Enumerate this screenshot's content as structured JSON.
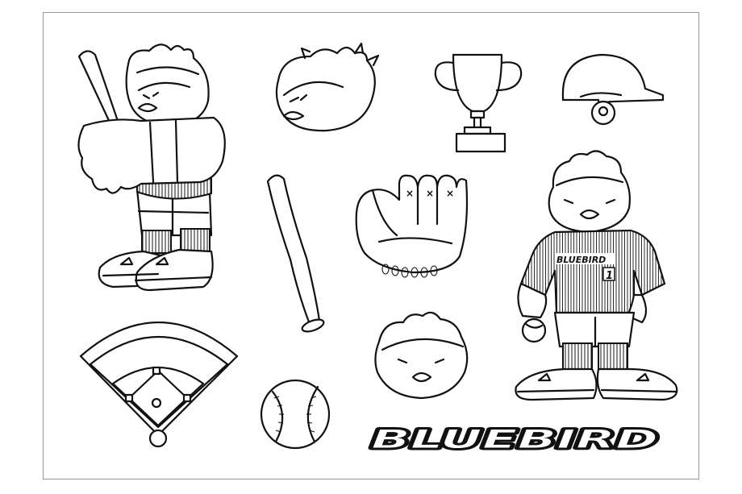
{
  "title_text": "BLUEBIRD",
  "jersey_text": "BLUEBIRD",
  "jersey_number": "1",
  "colors": {
    "line": "#111111",
    "background": "#ffffff",
    "frame": "#9a9a9a"
  },
  "icons": [
    "batter-mascot-icon",
    "bird-head-side-icon",
    "trophy-icon",
    "batting-helmet-icon",
    "baseball-bat-icon",
    "baseball-glove-icon",
    "player-mascot-icon",
    "baseball-diamond-icon",
    "baseball-icon",
    "bird-face-icon"
  ]
}
